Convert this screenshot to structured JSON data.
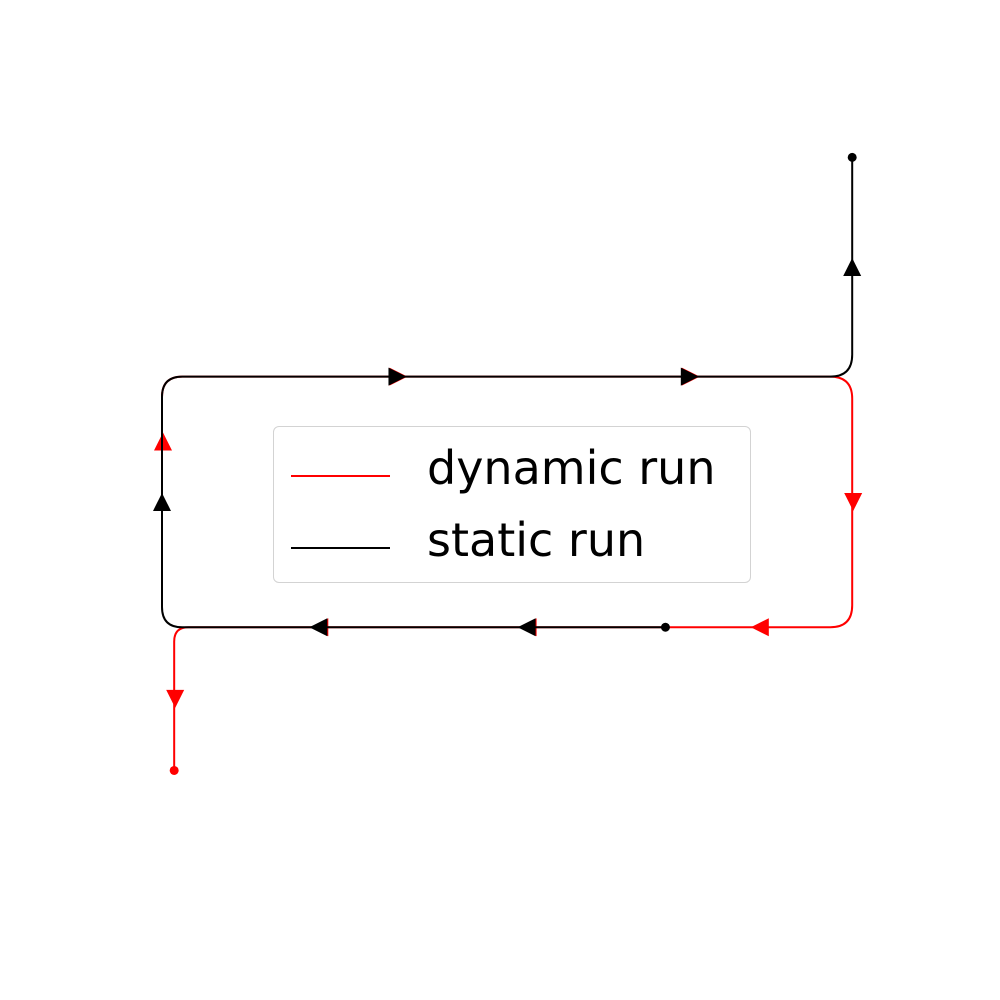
{
  "chart_data": {
    "type": "line",
    "title": "",
    "xlabel": "",
    "ylabel": "",
    "axes_visible": false,
    "grid": false,
    "legend_position": "center",
    "xlim": [
      0,
      10
    ],
    "ylim": [
      0,
      8
    ],
    "series": [
      {
        "name": "dynamic run",
        "color": "#ff0000",
        "start": [
          0,
          3.85
        ],
        "end": [
          0.15,
          0.9
        ],
        "points": [
          [
            0,
            3.85
          ],
          [
            0,
            5.3
          ],
          [
            0.5,
            5.3
          ],
          [
            8.5,
            5.3
          ],
          [
            8.5,
            2.5
          ],
          [
            6.2,
            2.5
          ],
          [
            0.5,
            2.5
          ],
          [
            0.15,
            2.5
          ],
          [
            0.15,
            0.9
          ]
        ]
      },
      {
        "name": "static run",
        "color": "#000000",
        "start": [
          6.2,
          2.5
        ],
        "end": [
          8.5,
          7.75
        ],
        "points": [
          [
            6.2,
            2.5
          ],
          [
            0.5,
            2.5
          ],
          [
            0,
            2.5
          ],
          [
            0,
            5.3
          ],
          [
            0.5,
            5.3
          ],
          [
            8.5,
            5.3
          ],
          [
            8.5,
            7.75
          ]
        ]
      }
    ]
  }
}
